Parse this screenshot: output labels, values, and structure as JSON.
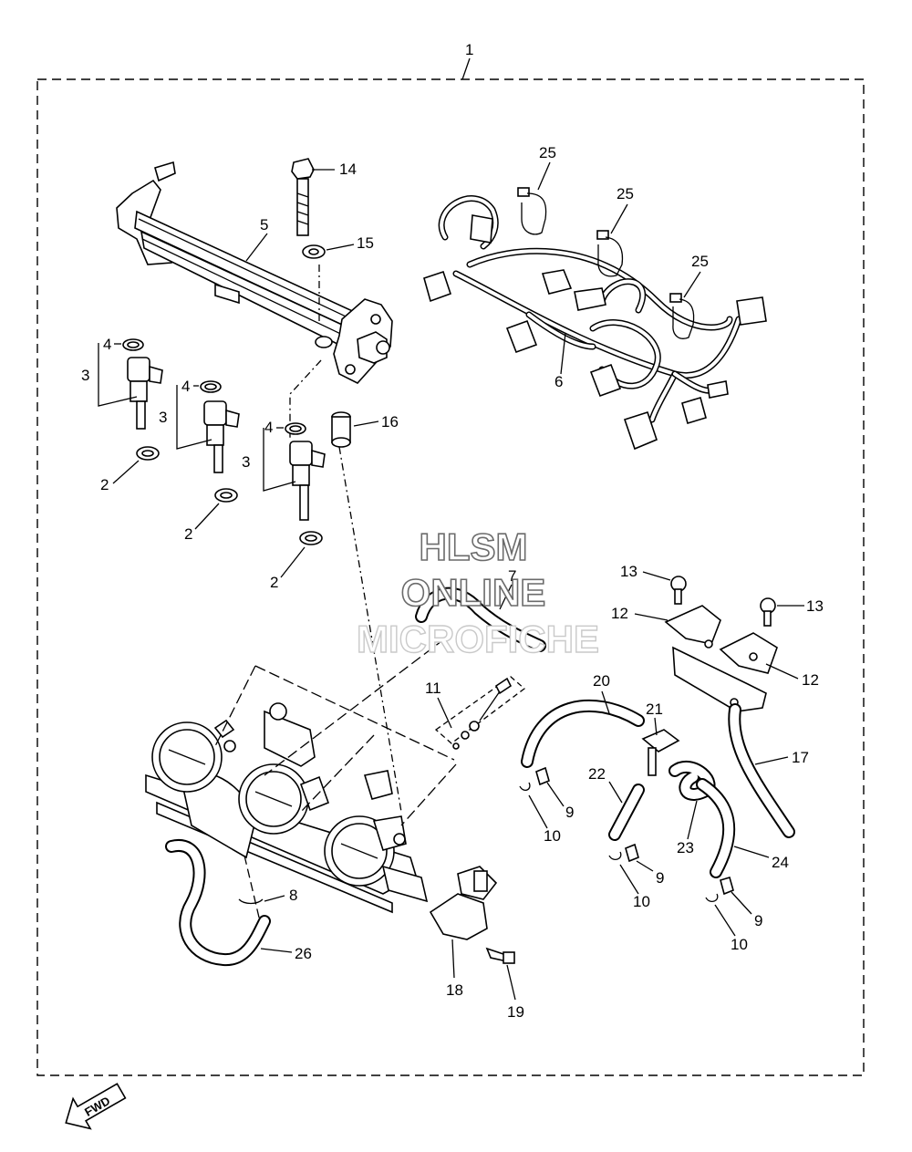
{
  "callouts": [
    {
      "id": "c1",
      "text": "1"
    },
    {
      "id": "c14",
      "text": "14"
    },
    {
      "id": "c5",
      "text": "5"
    },
    {
      "id": "c15",
      "text": "15"
    },
    {
      "id": "c25a",
      "text": "25"
    },
    {
      "id": "c25b",
      "text": "25"
    },
    {
      "id": "c25c",
      "text": "25"
    },
    {
      "id": "c6",
      "text": "6"
    },
    {
      "id": "c4a",
      "text": "4"
    },
    {
      "id": "c3a",
      "text": "3"
    },
    {
      "id": "c4b",
      "text": "4"
    },
    {
      "id": "c3b",
      "text": "3"
    },
    {
      "id": "c4c",
      "text": "4"
    },
    {
      "id": "c3c",
      "text": "3"
    },
    {
      "id": "c16",
      "text": "16"
    },
    {
      "id": "c2a",
      "text": "2"
    },
    {
      "id": "c2b",
      "text": "2"
    },
    {
      "id": "c2c",
      "text": "2"
    },
    {
      "id": "c7",
      "text": "7"
    },
    {
      "id": "c13a",
      "text": "13"
    },
    {
      "id": "c13b",
      "text": "13"
    },
    {
      "id": "c12a",
      "text": "12"
    },
    {
      "id": "c12b",
      "text": "12"
    },
    {
      "id": "c11",
      "text": "11"
    },
    {
      "id": "c20",
      "text": "20"
    },
    {
      "id": "c21",
      "text": "21"
    },
    {
      "id": "c17",
      "text": "17"
    },
    {
      "id": "c22",
      "text": "22"
    },
    {
      "id": "c9a",
      "text": "9"
    },
    {
      "id": "c10a",
      "text": "10"
    },
    {
      "id": "c23",
      "text": "23"
    },
    {
      "id": "c24",
      "text": "24"
    },
    {
      "id": "c9b",
      "text": "9"
    },
    {
      "id": "c10b",
      "text": "10"
    },
    {
      "id": "c9c",
      "text": "9"
    },
    {
      "id": "c10c",
      "text": "10"
    },
    {
      "id": "c8",
      "text": "8"
    },
    {
      "id": "c26",
      "text": "26"
    },
    {
      "id": "c18",
      "text": "18"
    },
    {
      "id": "c19",
      "text": "19"
    }
  ],
  "watermark": {
    "line1": "HLSM",
    "line2": "ONLINE",
    "line3": "MICROFICHE"
  },
  "fwd_label": "FWD"
}
